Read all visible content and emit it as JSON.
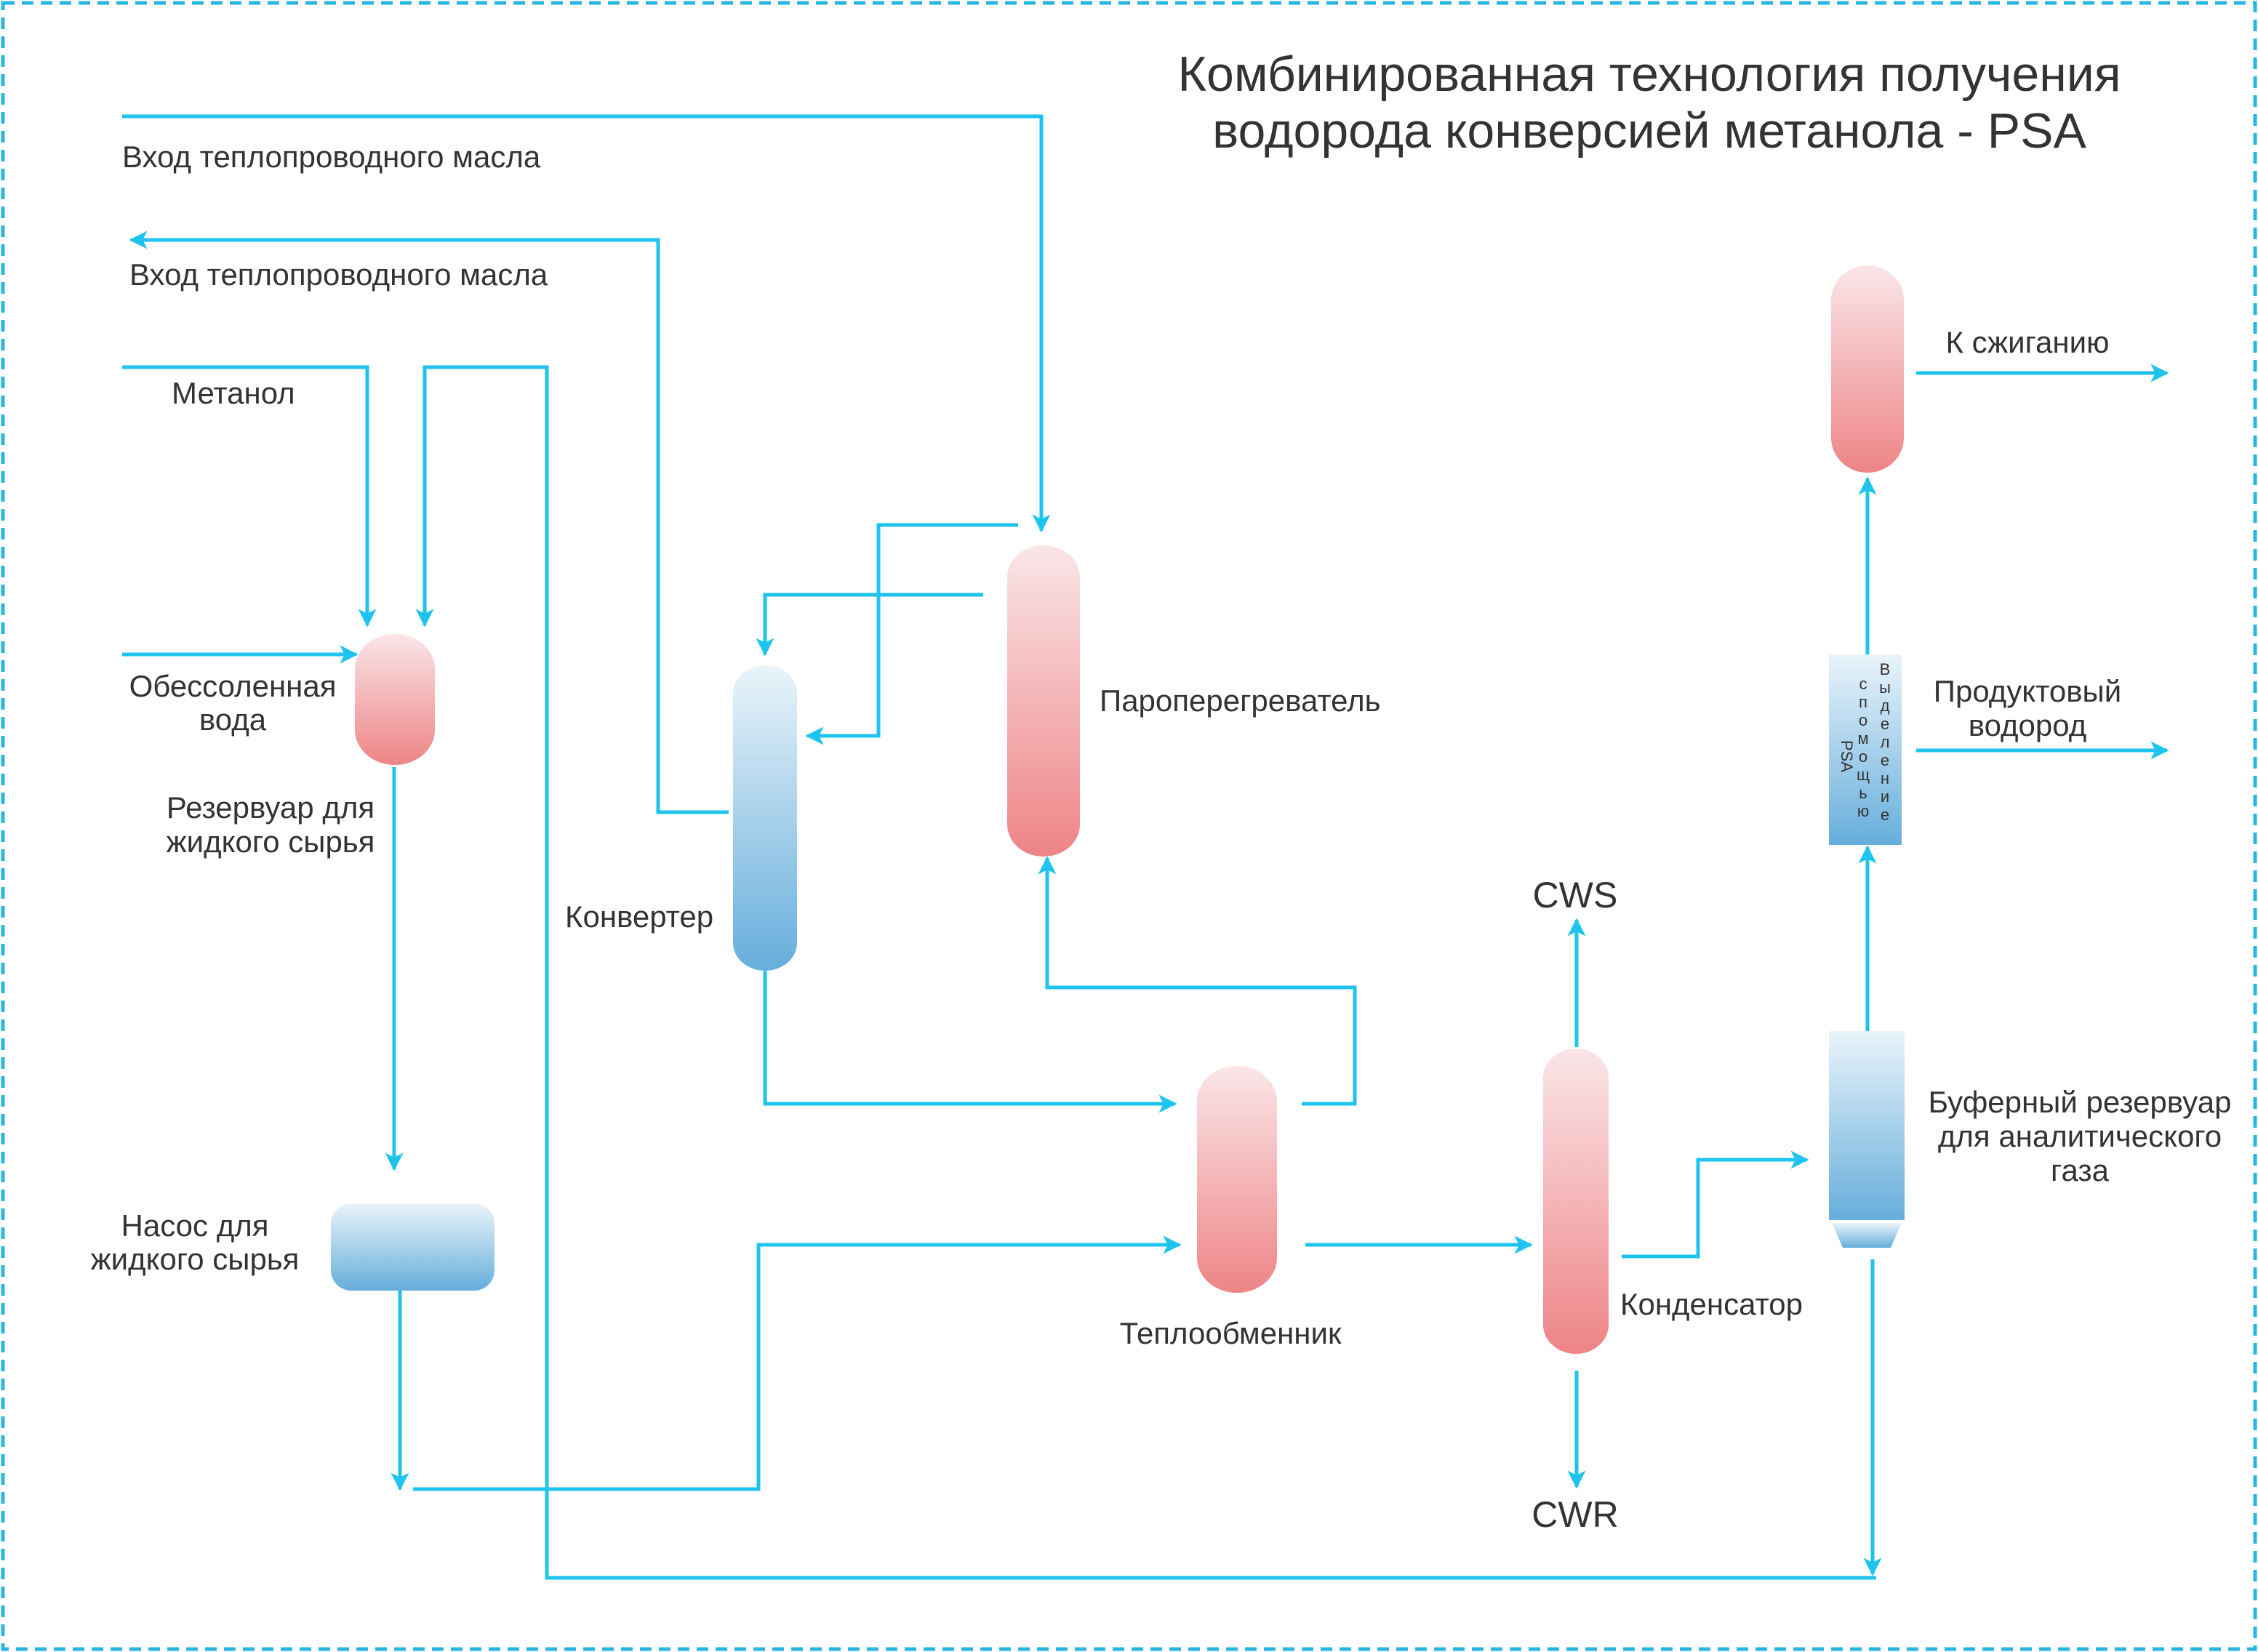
{
  "title": {
    "line1": "Комбинированная технология получения",
    "line2": "водорода конверсией метанола - PSA"
  },
  "colors": {
    "line": "#1ec3ee",
    "border": "#29b6e0",
    "red_top": "#fae6e8",
    "red_bottom": "#ee8486",
    "blue_top": "#eaf4fa",
    "blue_bottom": "#66aedc"
  },
  "labels": {
    "oil_in_1": "Вход теплопроводного масла",
    "oil_in_2": "Вход теплопроводного масла",
    "methanol": "Метанол",
    "demin_water_1": "Обессоленная",
    "demin_water_2": "вода",
    "feed_tank_1": "Резервуар для",
    "feed_tank_2": "жидкого сырья",
    "pump_1": "Насос для",
    "pump_2": "жидкого сырья",
    "converter": "Конвертер",
    "superheater": "Пароперегреватель",
    "heat_exchanger": "Теплообменник",
    "cws": "CWS",
    "cwr": "CWR",
    "condenser": "Конденсатор",
    "buffer_1": "Буферный резервуар",
    "buffer_2": "для аналитического",
    "buffer_3": "газа",
    "psa_col1": "В\nы\nд\nе\nл\nе\nн\nи\nе",
    "psa_col2": "с\nп\nо\nм\nо\nщ\nь\nю",
    "psa_col3": "PSA",
    "product_h2_1": "Продуктовый",
    "product_h2_2": "водород",
    "to_burn": "К сжиганию"
  }
}
